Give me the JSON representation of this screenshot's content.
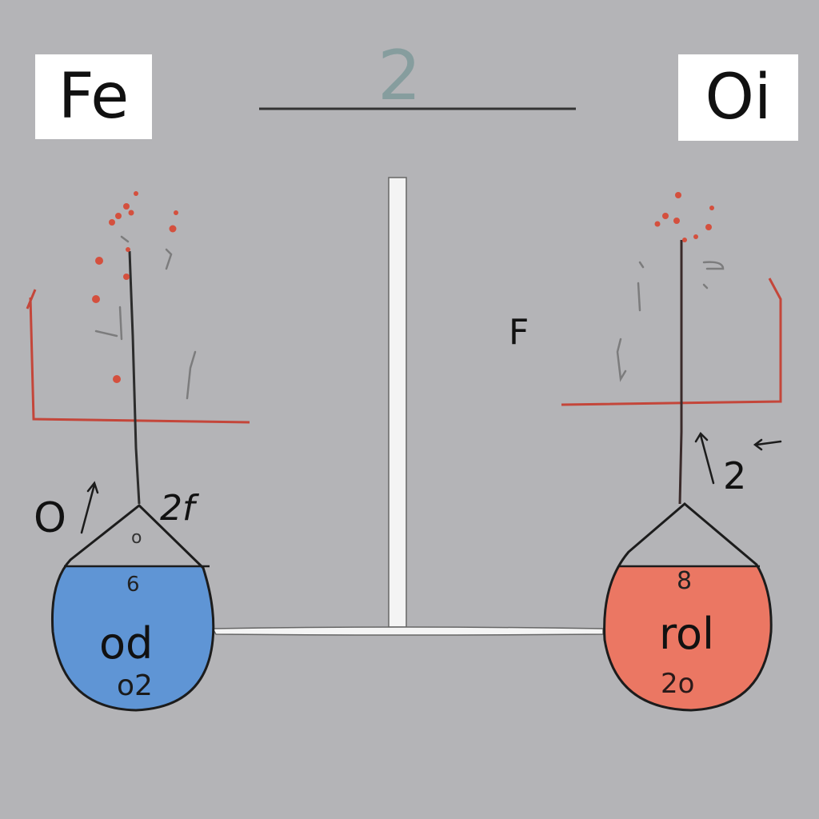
{
  "labels": {
    "left_box": "Fe",
    "right_box": "Oi",
    "top_number": "2",
    "middle_letter": "F",
    "left_o": "O",
    "left_2f": "2f",
    "right_2": "2",
    "flask_neck": "o"
  },
  "blue_flask": {
    "top": "6",
    "main": "od",
    "sub": "o2"
  },
  "red_flask": {
    "top": "8",
    "main": "rol",
    "sub": "2o"
  },
  "colors": {
    "background": "#b4b4b7",
    "blue_liquid": "#5f95d5",
    "red_liquid": "#eb7763",
    "red_frame": "#c4463a",
    "droplet": "#d4503e",
    "stand": "#f4f4f4",
    "ink": "#111111"
  }
}
